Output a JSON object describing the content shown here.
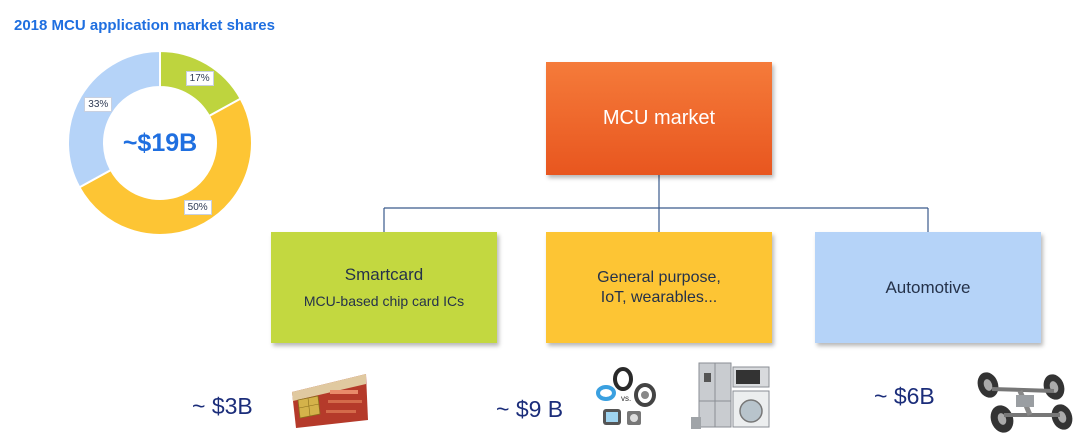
{
  "title": "2018 MCU application market shares",
  "chart_data": {
    "type": "pie",
    "style": "donut",
    "title": "2018 MCU application market shares",
    "center_label": "~$19B",
    "slices": [
      {
        "label": "17%",
        "value": 17,
        "color": "#bed43e"
      },
      {
        "label": "50%",
        "value": 50,
        "color": "#fdc534"
      },
      {
        "label": "33%",
        "value": 33,
        "color": "#b5d3f8"
      }
    ],
    "start_angle_deg": 0,
    "direction": "clockwise"
  },
  "diagram": {
    "root": {
      "label": "MCU market",
      "color": "#ec6429"
    },
    "children": [
      {
        "id": "smartcard",
        "line1": "Smartcard",
        "line2": "MCU-based chip card ICs",
        "value": "~ $3B",
        "color": "#c3d840",
        "image": "chip-card-image"
      },
      {
        "id": "general",
        "line1": "General purpose,",
        "line2": "IoT, wearables...",
        "value": "~ $9 B",
        "color": "#fdc534",
        "image": "wearables-appliances-image"
      },
      {
        "id": "automotive",
        "line1": "Automotive",
        "line2": "",
        "value": "~ $6B",
        "color": "#b5d3f8",
        "image": "car-chassis-image"
      }
    ],
    "connector_color": "#3a5a8c"
  }
}
